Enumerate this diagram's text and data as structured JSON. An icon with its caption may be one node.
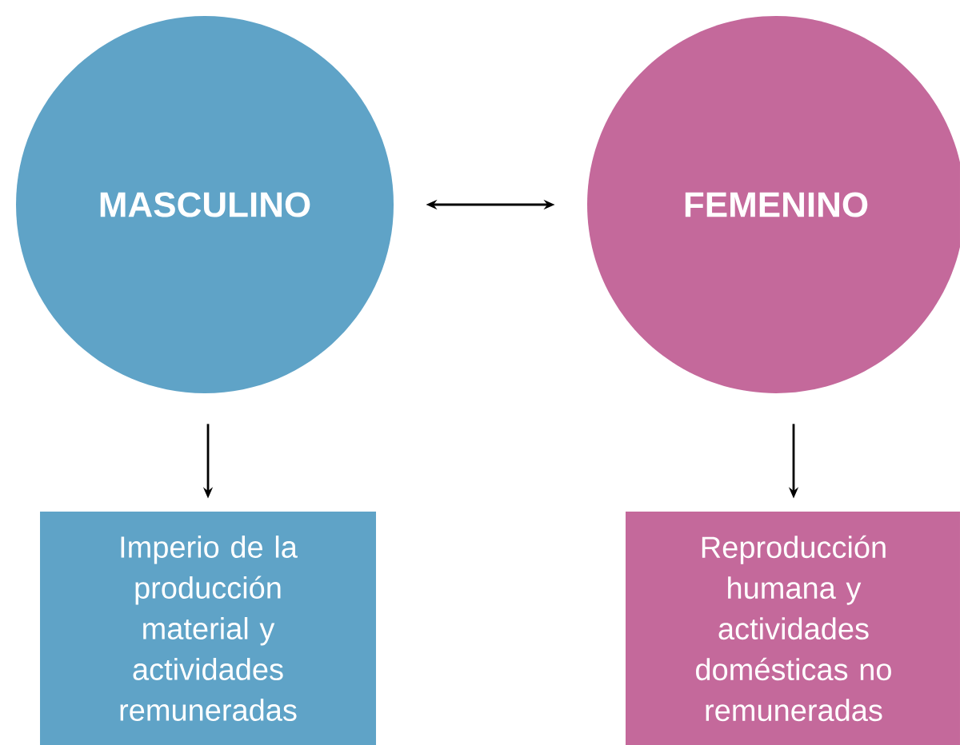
{
  "diagram": {
    "nodes": [
      {
        "text": [
          "MASCULINO"
        ]
      },
      {
        "text": [
          "FEMENINO"
        ]
      },
      {
        "text": [
          "Imperio de la producción material y actividades remuneradas"
        ]
      },
      {
        "text": [
          "Reproducción humana y actividades domésticas no remuneradas"
        ]
      }
    ],
    "edges": [
      {
        "from": 0,
        "to": 1,
        "arrow": "both"
      },
      {
        "from": 0,
        "to": 2,
        "arrow": "to"
      },
      {
        "from": 1,
        "to": 3,
        "arrow": "to"
      }
    ]
  }
}
